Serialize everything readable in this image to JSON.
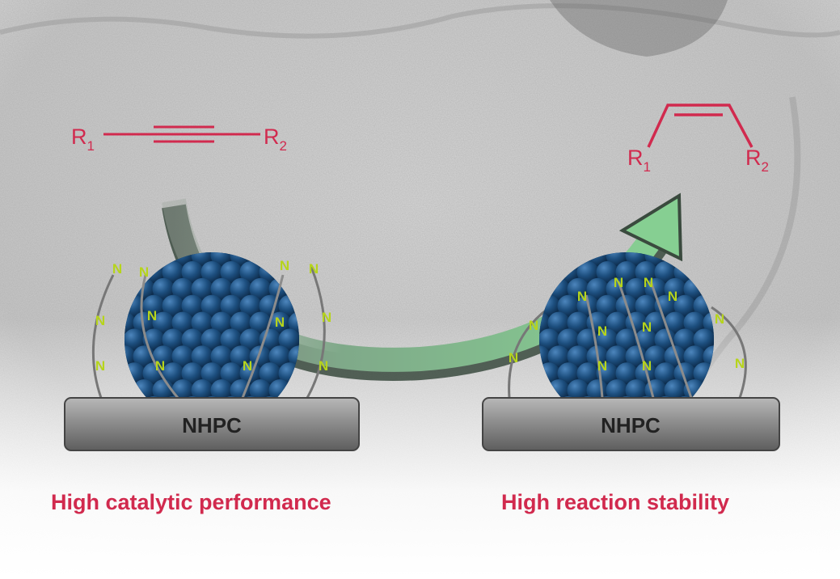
{
  "reactant": {
    "left": "R",
    "left_sub": "1",
    "right": "R",
    "right_sub": "2"
  },
  "product": {
    "left": "R",
    "left_sub": "1",
    "right": "R",
    "right_sub": "2"
  },
  "left_support": {
    "label": "NHPC"
  },
  "right_support": {
    "label": "NHPC"
  },
  "nitrogen_label": "N",
  "captions": {
    "left": "High catalytic performance",
    "right": "High reaction stability"
  },
  "colors": {
    "accent": "#d12a4e",
    "nitrogen": "#b6d41c",
    "particle": "#1e4f80",
    "arrow": "#7fc08a",
    "support": "#8a8a8a"
  }
}
